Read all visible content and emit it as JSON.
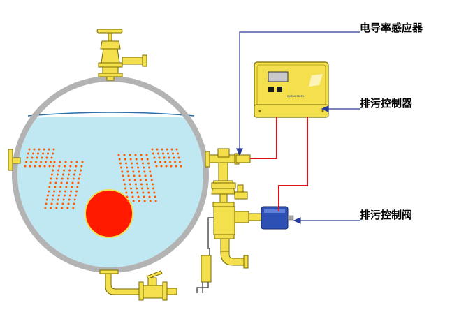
{
  "labels": {
    "sensor": "电导率感应器",
    "controller": "排污控制器",
    "valve": "排污控制阀"
  },
  "controller_panel": {
    "brand_text": "spirax sarco"
  },
  "colors": {
    "water": "#bfe8f3",
    "shell": "#b0b0b0",
    "pipe_yellow": "#f4e04d",
    "pipe_outline": "#7a6a00",
    "hot_core": "#ff1a00",
    "bubbles": "#ff5a00",
    "signal_wire": "#e0101a",
    "leader_line": "#2a3a99",
    "actuator_blue": "#2d50b5"
  },
  "icons": [
    "top-valve-icon",
    "bottom-drain-valve-icon",
    "conductivity-sensor-icon",
    "blowdown-valve-icon",
    "controller-icon",
    "boiler-drum-icon"
  ]
}
